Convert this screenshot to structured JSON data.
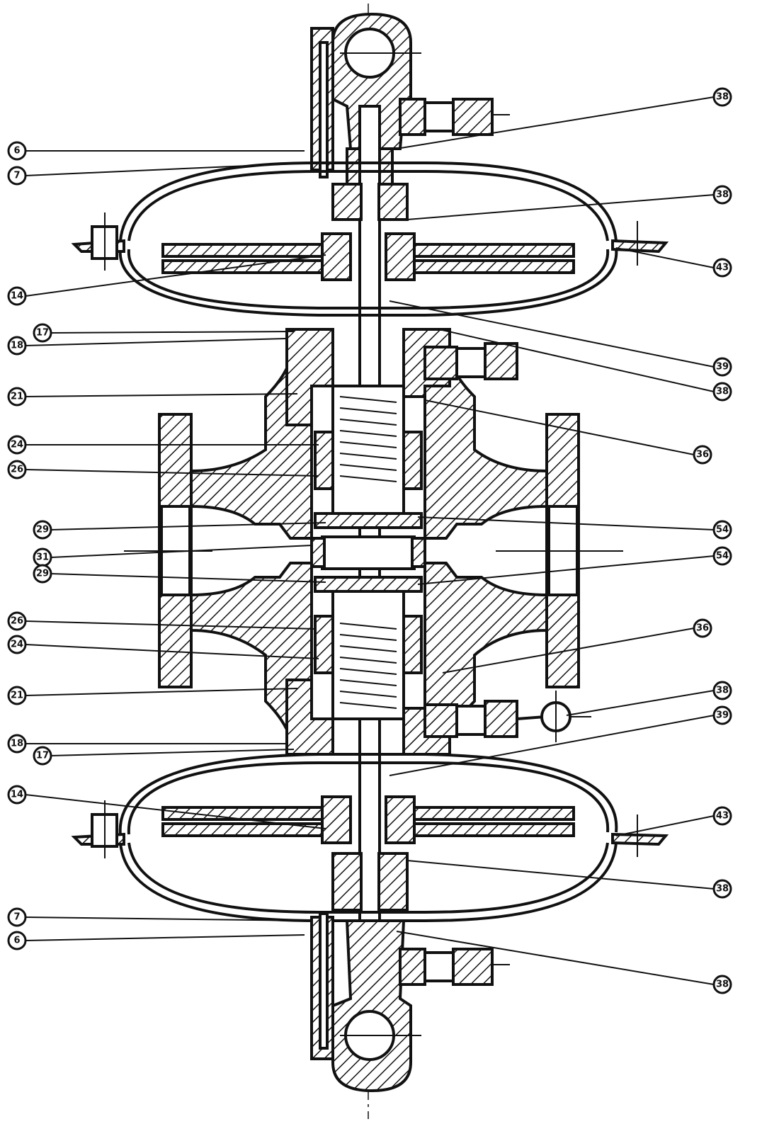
{
  "labels": {
    "left": [
      "6",
      "7",
      "14",
      "17",
      "18",
      "21",
      "24",
      "26",
      "29",
      "31",
      "29",
      "26",
      "24",
      "21",
      "18",
      "17",
      "14",
      "7",
      "6"
    ],
    "right": [
      "38",
      "38",
      "43",
      "39",
      "38",
      "36",
      "54",
      "54",
      "36",
      "38",
      "39",
      "43",
      "38",
      "38"
    ]
  }
}
